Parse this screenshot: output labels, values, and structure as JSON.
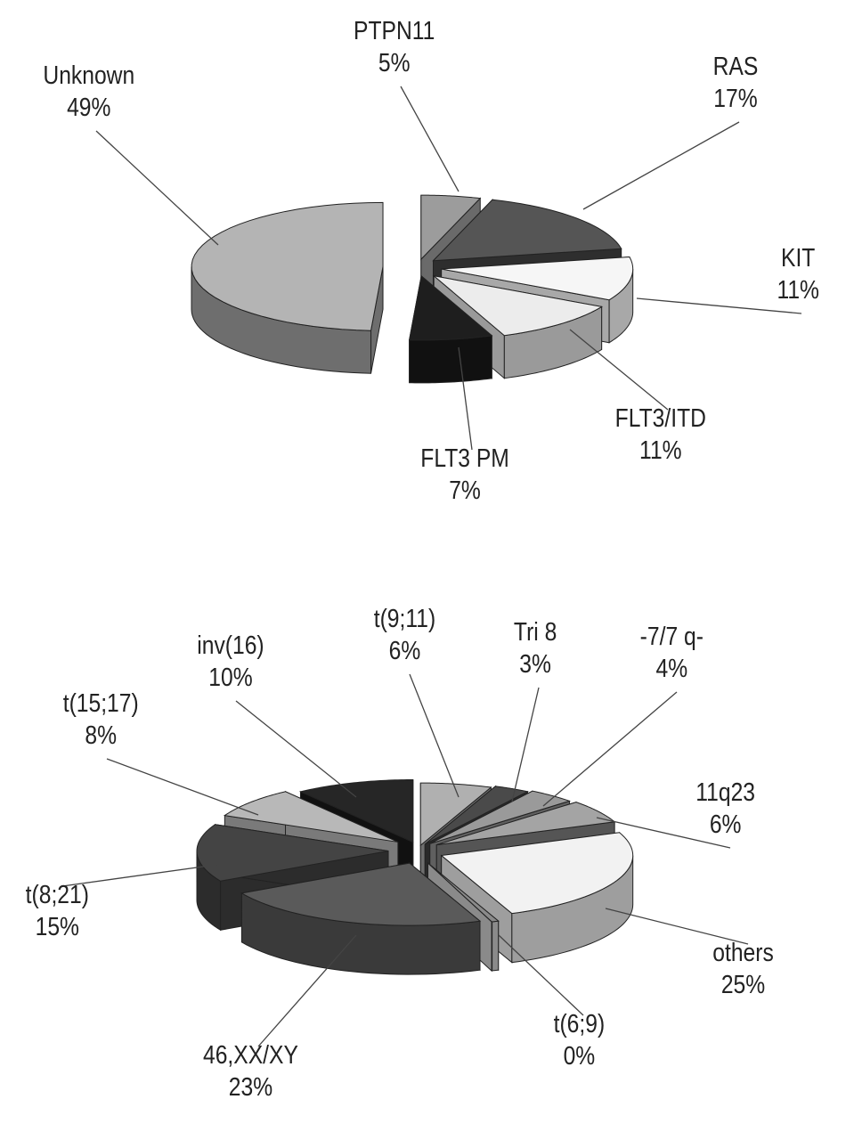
{
  "chart_data": [
    {
      "type": "pie",
      "title": "",
      "categories": [
        "PTPN11",
        "RAS",
        "KIT",
        "FLT3/ITD",
        "FLT3 PM",
        "Unknown"
      ],
      "values": [
        5,
        17,
        11,
        11,
        7,
        49
      ],
      "value_labels": [
        "5%",
        "17%",
        "11%",
        "11%",
        "7%",
        "49%"
      ],
      "colors": [
        "#9c9c9c",
        "#555555",
        "#f6f6f6",
        "#ececec",
        "#1e1e1e",
        "#b4b4b4"
      ],
      "side_colors": [
        "#6a6a6a",
        "#2e2e2e",
        "#a8a8a8",
        "#9a9a9a",
        "#111111",
        "#6e6e6e"
      ]
    },
    {
      "type": "pie",
      "title": "",
      "categories": [
        "t(9;11)",
        "Tri 8",
        "-7/7 q-",
        "11q23",
        "others",
        "t(6;9)",
        "46,XX/XY",
        "t(8;21)",
        "t(15;17)",
        "inv(16)"
      ],
      "values": [
        6,
        3,
        4,
        6,
        25,
        0,
        23,
        15,
        8,
        10
      ],
      "value_labels": [
        "6%",
        "3%",
        "4%",
        "6%",
        "25%",
        "0%",
        "23%",
        "15%",
        "8%",
        "10%"
      ],
      "colors": [
        "#b0b0b0",
        "#4a4a4a",
        "#9a9a9a",
        "#a4a4a4",
        "#f2f2f2",
        "#8a8a8a",
        "#5a5a5a",
        "#444444",
        "#b8b8b8",
        "#262626"
      ],
      "side_colors": [
        "#6e6e6e",
        "#2a2a2a",
        "#606060",
        "#555555",
        "#9e9e9e",
        "#8a8a8a",
        "#3a3a3a",
        "#2c2c2c",
        "#7a7a7a",
        "#111111"
      ]
    }
  ]
}
